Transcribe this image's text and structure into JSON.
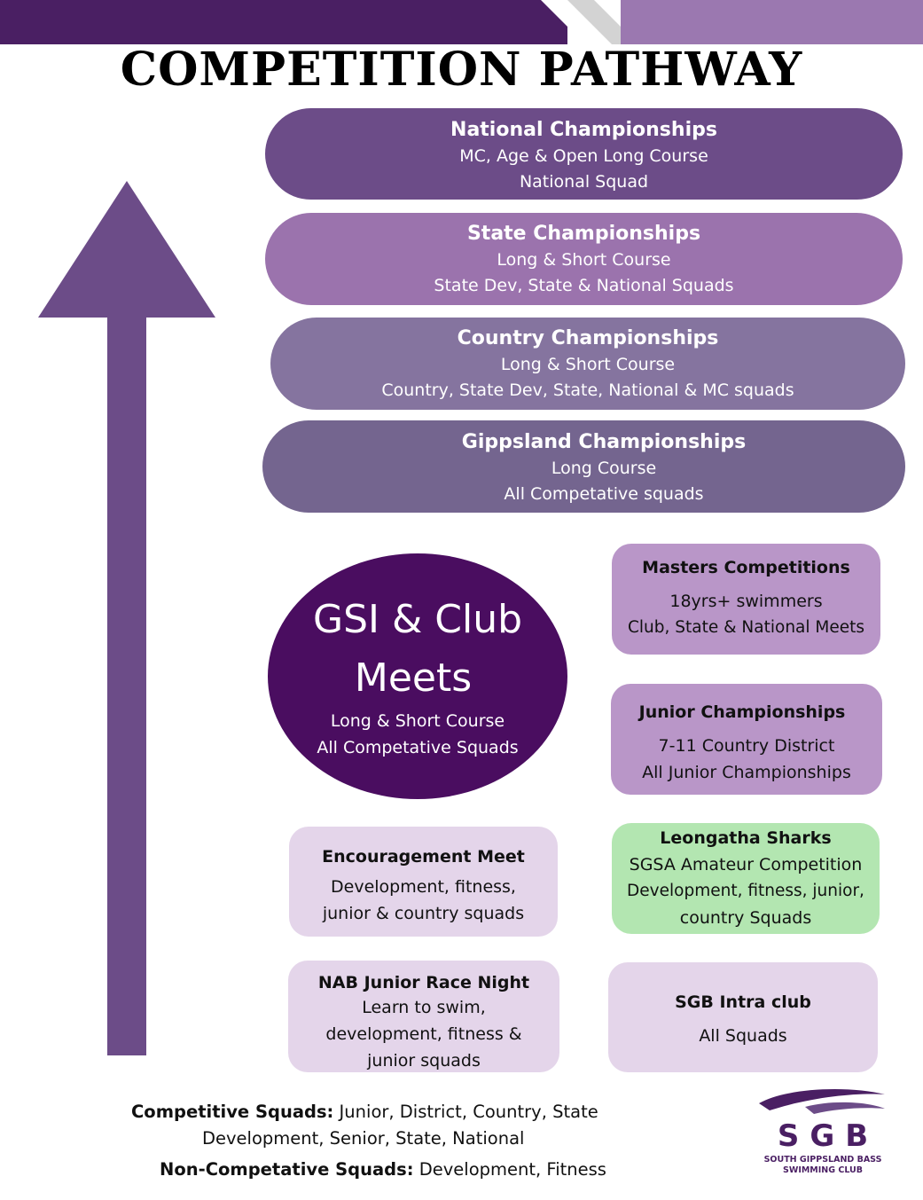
{
  "title": "COMPETITION PATHWAY",
  "tiers": [
    {
      "title": "National Championships",
      "lines": [
        "MC, Age & Open Long Course",
        "National Squad"
      ],
      "color": "#6c4c88"
    },
    {
      "title": "State Championships",
      "lines": [
        "Long & Short Course",
        "State Dev, State & National Squads"
      ],
      "color": "#9b73ad"
    },
    {
      "title": "Country Championships",
      "lines": [
        "Long & Short Course",
        "Country, State Dev, State, National & MC squads"
      ],
      "color": "#85749f"
    },
    {
      "title": "Gippsland Championships",
      "lines": [
        "Long Course",
        "All Competative squads"
      ],
      "color": "#74658f"
    }
  ],
  "gsi": {
    "title_line1": "GSI & Club",
    "title_line2": "Meets",
    "line1": "Long & Short Course",
    "line2": "All Competative Squads"
  },
  "masters": {
    "title": "Masters Competitions",
    "line1": "18yrs+ swimmers",
    "line2": "Club, State & National Meets"
  },
  "junior": {
    "title": "Junior Championships",
    "line1": "7-11 Country District",
    "line2": "All Junior Championships"
  },
  "encouragement": {
    "title": "Encouragement Meet",
    "line1": "Development, fitness,",
    "line2": "junior & country squads"
  },
  "sharks": {
    "title": "Leongatha Sharks",
    "line1": "SGSA Amateur Competition",
    "line2": "Development, fitness, junior,",
    "line3": "country Squads"
  },
  "nab": {
    "title": "NAB Junior Race Night",
    "line1": "Learn to swim,",
    "line2": "development, fitness &",
    "line3": "junior squads"
  },
  "intra": {
    "title": "SGB Intra club",
    "line1": "All Squads"
  },
  "footer": {
    "competitive_label": "Competitive Squads:",
    "competitive_line1": " Junior, District, Country, State",
    "competitive_line2": "Development, Senior, State, National",
    "noncomp_label": "Non-Competative Squads:",
    "noncomp_text": " Development, Fitness"
  },
  "logo": {
    "mark": "SGB",
    "line1": "SOUTH GIPPSLAND BASS",
    "line2": "SWIMMING CLUB"
  },
  "colors": {
    "arrow": "#6c4c88",
    "dark_purple": "#4a0d60",
    "light_lilac": "#e4d5ea",
    "mid_lilac": "#b996c8",
    "green": "#b3e6b1"
  }
}
